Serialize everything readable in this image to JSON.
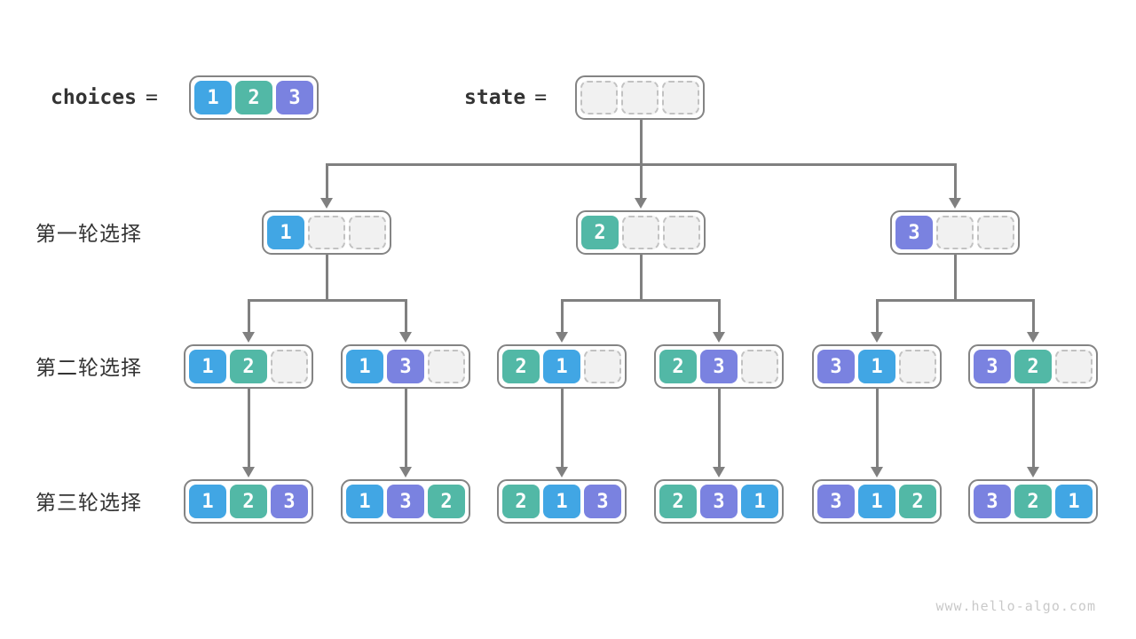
{
  "header": {
    "choices_label": "choices",
    "state_label": "state",
    "equals": "=",
    "choices_cells": [
      "1",
      "2",
      "3"
    ],
    "state_cells": [
      "",
      "",
      ""
    ]
  },
  "rows": [
    {
      "label": "第一轮选择",
      "arrays": [
        [
          "1",
          "",
          ""
        ],
        [
          "2",
          "",
          ""
        ],
        [
          "3",
          "",
          ""
        ]
      ]
    },
    {
      "label": "第二轮选择",
      "arrays": [
        [
          "1",
          "2",
          ""
        ],
        [
          "1",
          "3",
          ""
        ],
        [
          "2",
          "1",
          ""
        ],
        [
          "2",
          "3",
          ""
        ],
        [
          "3",
          "1",
          ""
        ],
        [
          "3",
          "2",
          ""
        ]
      ]
    },
    {
      "label": "第三轮选择",
      "arrays": [
        [
          "1",
          "2",
          "3"
        ],
        [
          "1",
          "3",
          "2"
        ],
        [
          "2",
          "1",
          "3"
        ],
        [
          "2",
          "3",
          "1"
        ],
        [
          "3",
          "1",
          "2"
        ],
        [
          "3",
          "2",
          "1"
        ]
      ]
    }
  ],
  "colors": {
    "cell_values": {
      "1": "#41A6E4",
      "2": "#52B8A6",
      "3": "#7A82E0"
    },
    "empty_cell_bg": "#F1F1F1",
    "empty_cell_border": "#C2C2C2",
    "line": "#808080",
    "box_border": "#848484",
    "label_text": "#333333",
    "watermark_text": "#C9C9C9"
  },
  "watermark": "www.hello-algo.com"
}
